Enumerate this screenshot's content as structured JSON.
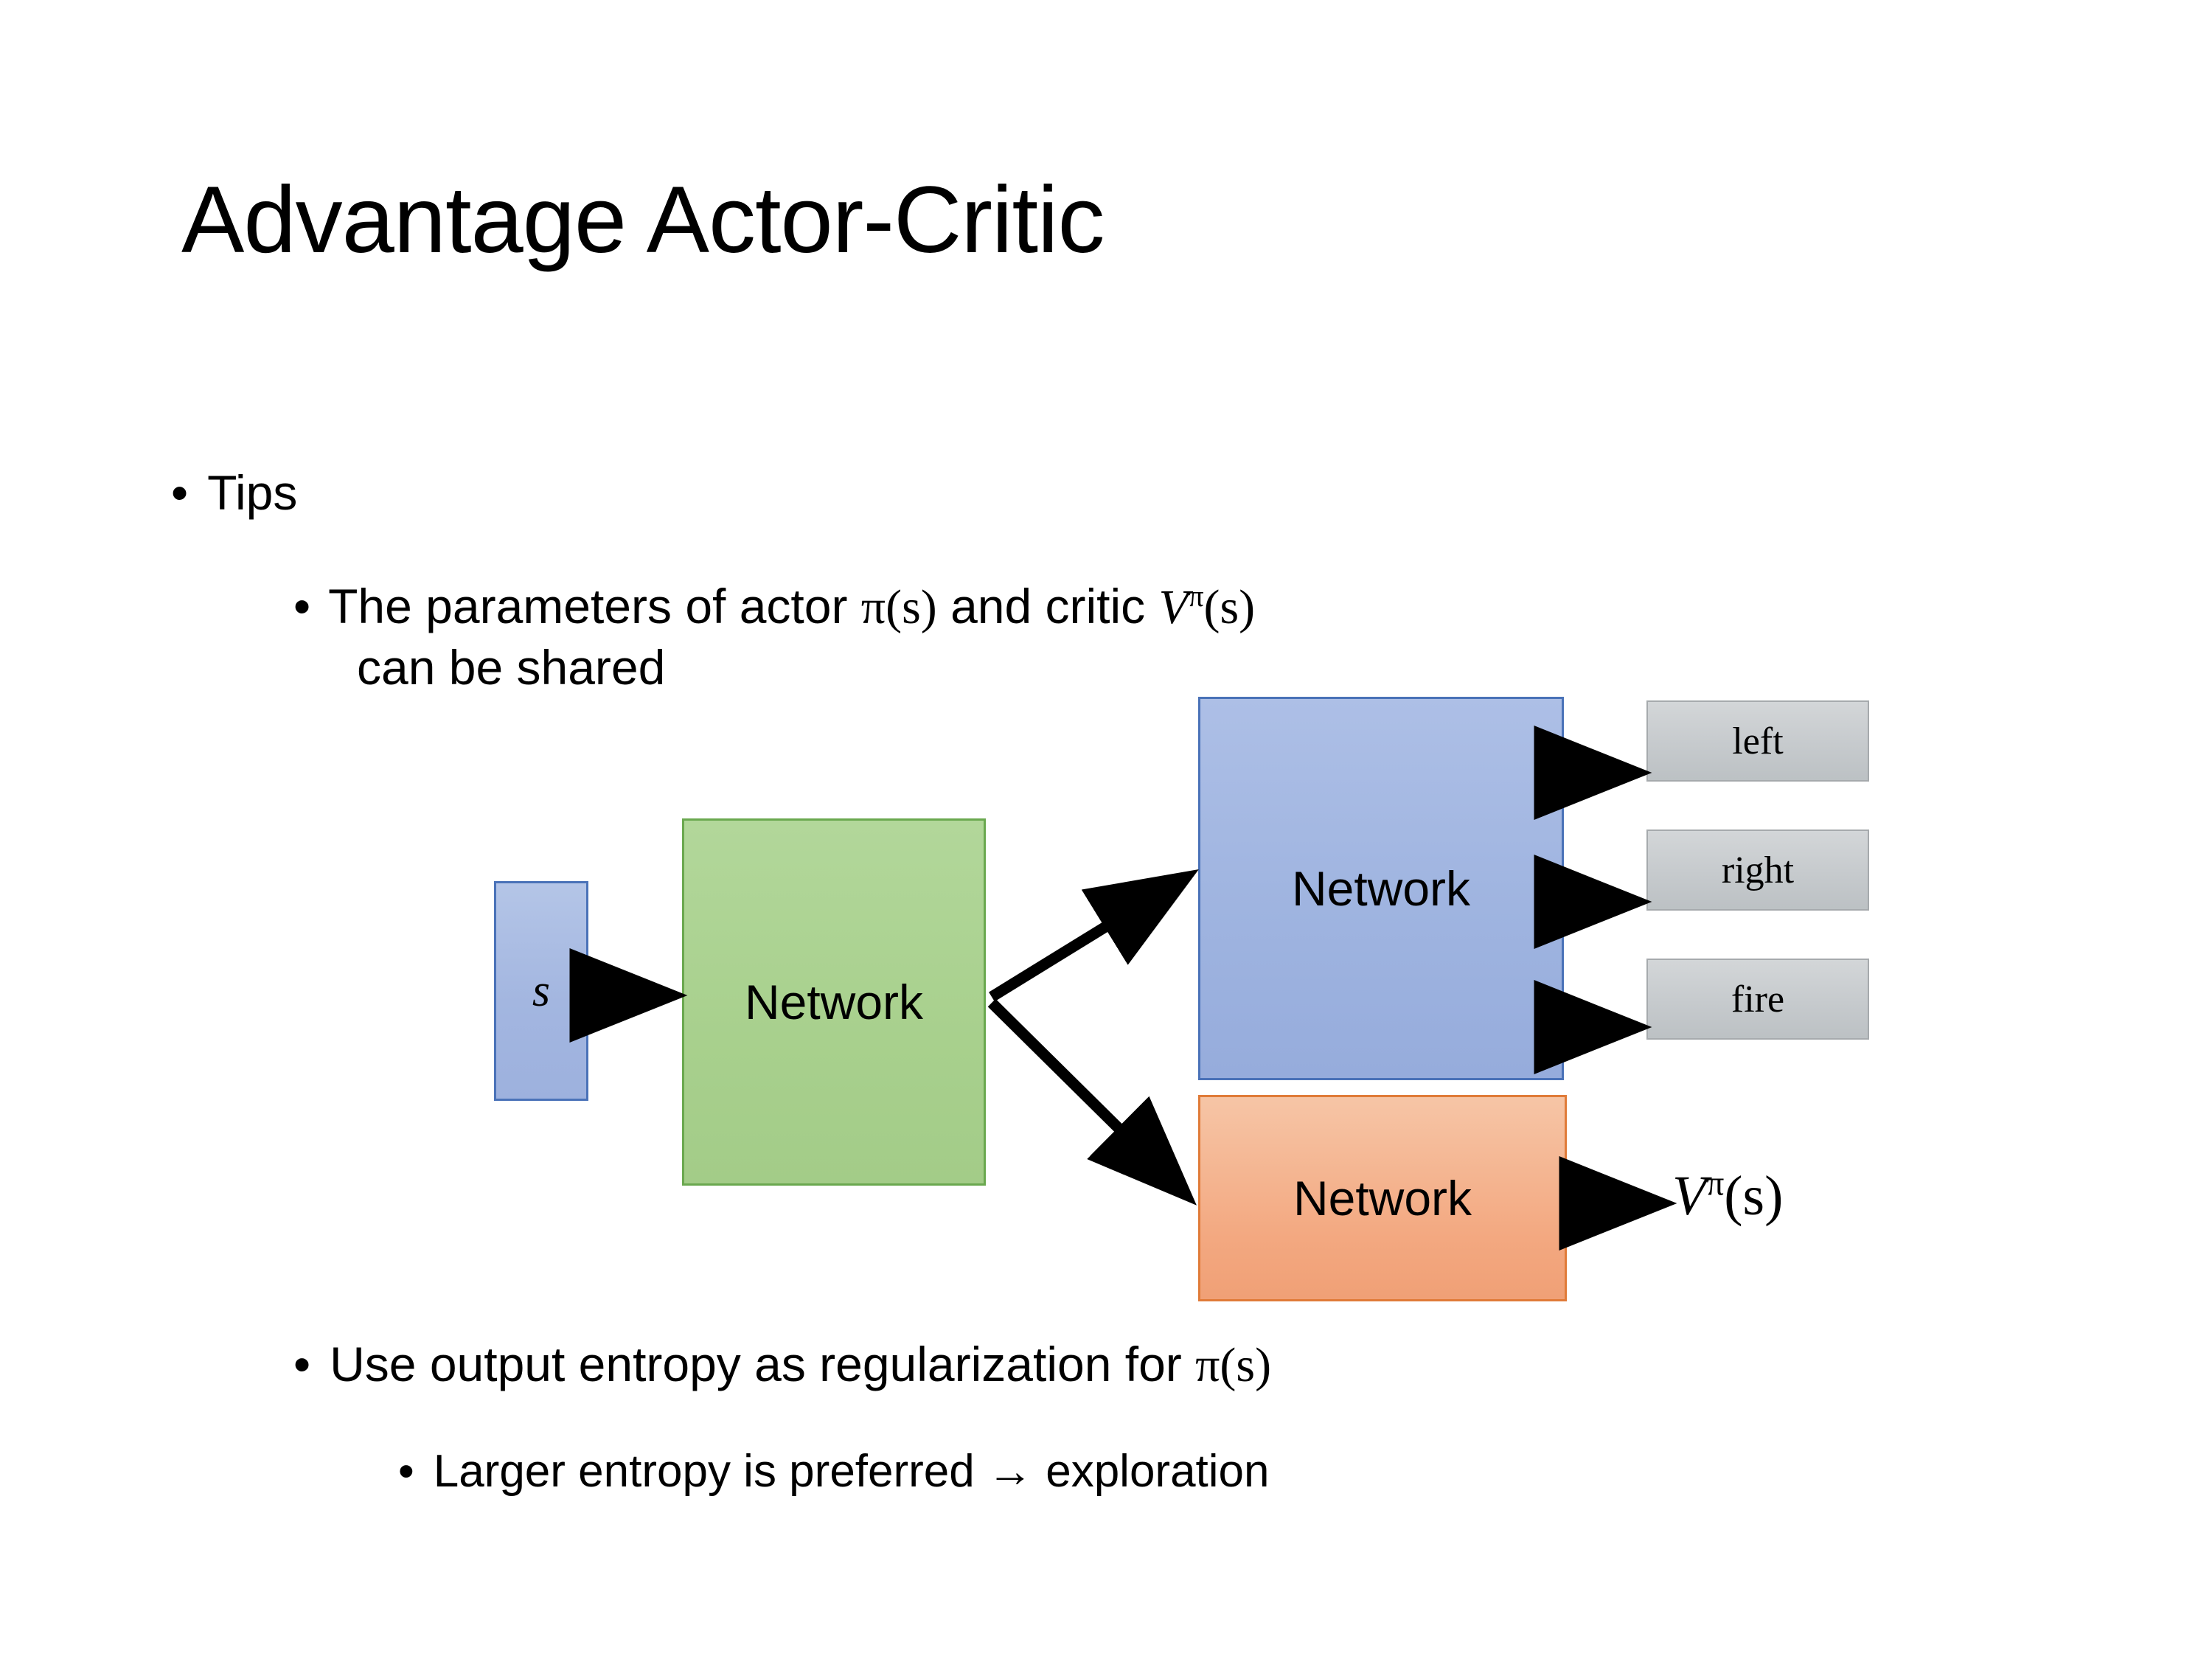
{
  "slide": {
    "title": "Advantage Actor-Critic",
    "background": "#ffffff"
  },
  "bullets": {
    "tips": {
      "marker": "•",
      "text": "Tips"
    },
    "shared": {
      "marker": "•",
      "line1_pre": "The parameters of actor ",
      "math_actor": "π(s)",
      "line1_mid": "  and critic ",
      "math_critic_base": "V",
      "math_critic_sup": "π",
      "math_critic_arg": "(s)",
      "line2": "can be shared"
    },
    "entropy": {
      "marker": "•",
      "pre": "Use output entropy as regularization for ",
      "math": "π(s)"
    },
    "larger": {
      "marker": "•",
      "text": "Larger entropy is preferred → exploration"
    }
  },
  "diagram": {
    "input_box": {
      "label": "s",
      "fill": "#a3b6e0",
      "stroke": "#4a72b8"
    },
    "shared_network": {
      "label": "Network",
      "fill": "#a8d08d",
      "stroke": "#6aa84f"
    },
    "actor_network": {
      "label": "Network",
      "fill": "#9fb4e0",
      "stroke": "#4a72b8"
    },
    "critic_network": {
      "label": "Network",
      "fill": "#f3a880",
      "stroke": "#e07b39"
    },
    "actions": [
      {
        "label": "left",
        "fill": "#c6cacd",
        "stroke": "#a6aaad"
      },
      {
        "label": "right",
        "fill": "#c6cacd",
        "stroke": "#a6aaad"
      },
      {
        "label": "fire",
        "fill": "#c6cacd",
        "stroke": "#a6aaad"
      }
    ],
    "critic_output": {
      "base": "V",
      "superscript": "π",
      "argument": "(s)"
    },
    "arrow_color": "#000000"
  }
}
